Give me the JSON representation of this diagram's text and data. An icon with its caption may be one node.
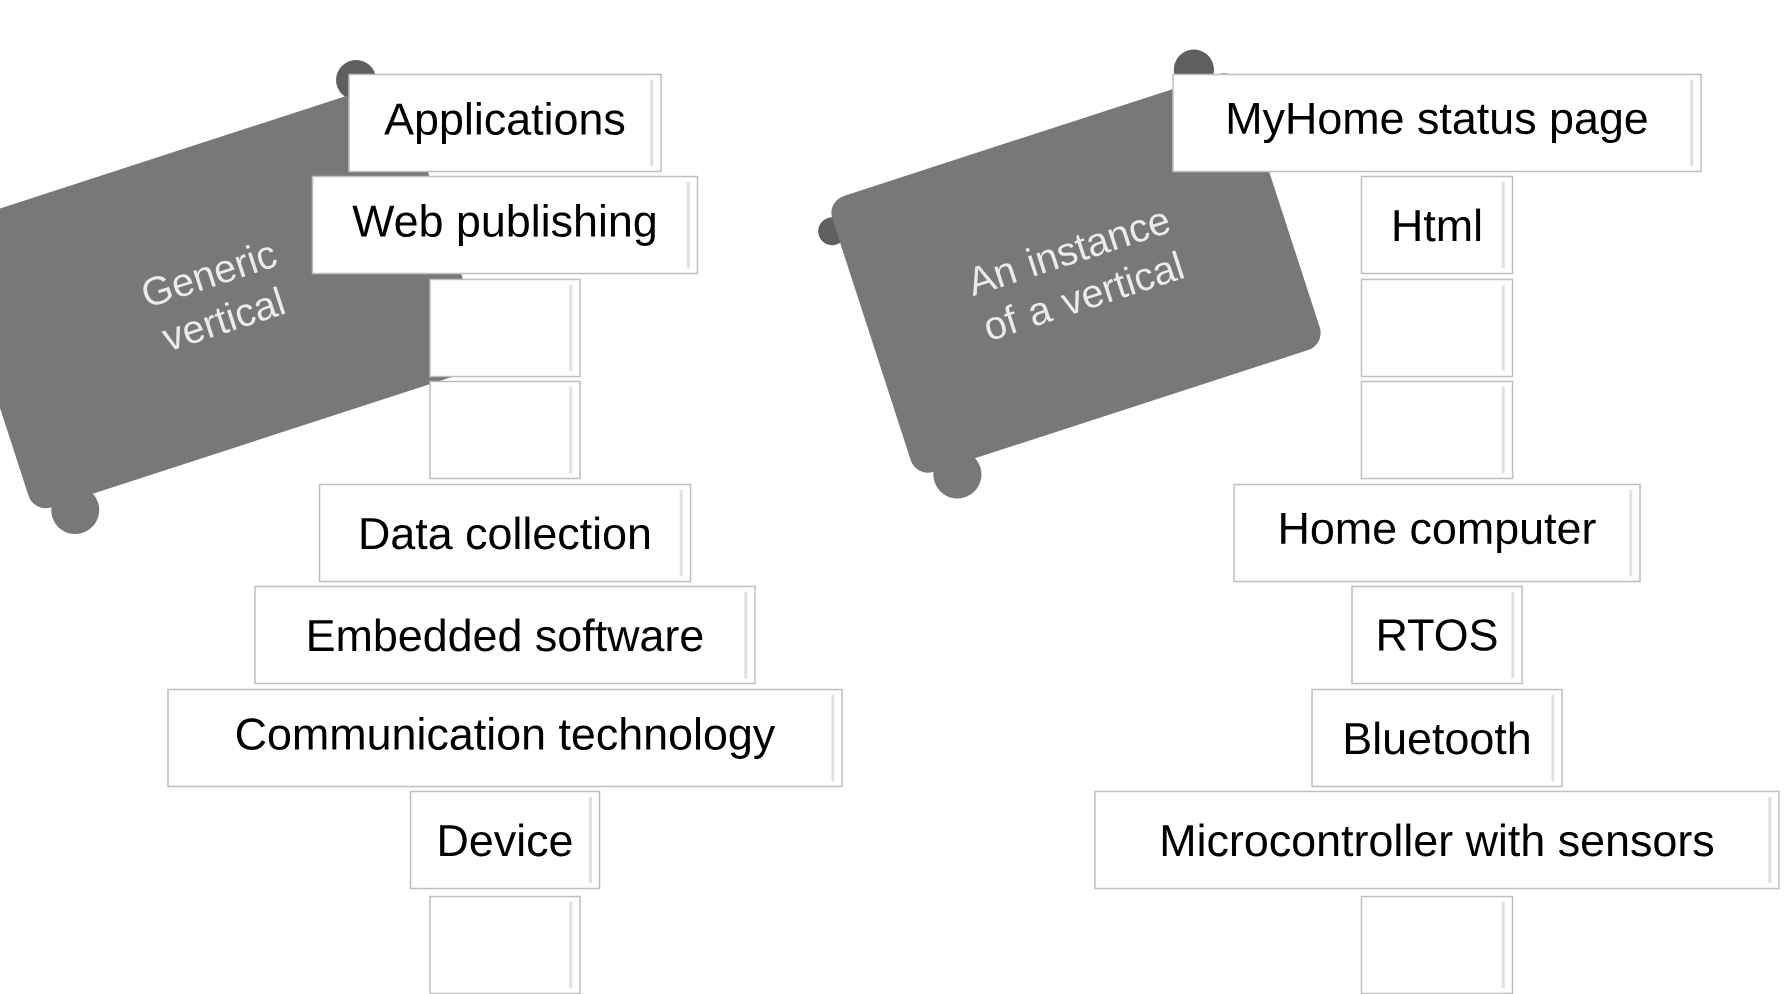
{
  "diagram": {
    "nodes": [
      {
        "text": [
          "Generic vertical"
        ]
      },
      {
        "text": [
          "Applications"
        ]
      },
      {
        "text": [
          "Web publishing"
        ]
      },
      {
        "text": [],
        "shape": "box"
      },
      {
        "text": [],
        "shape": "box"
      },
      {
        "text": [
          "Data collection"
        ]
      },
      {
        "text": [
          "Embedded software"
        ]
      },
      {
        "text": [
          "Communication technology"
        ]
      },
      {
        "text": [
          "Device"
        ]
      },
      {
        "text": [],
        "shape": "box"
      },
      {
        "text": [
          "An instance of a vertical"
        ]
      },
      {
        "text": [
          "MyHome status page"
        ]
      },
      {
        "text": [
          "Html"
        ]
      },
      {
        "text": [],
        "shape": "box"
      },
      {
        "text": [],
        "shape": "box"
      },
      {
        "text": [
          "Home computer"
        ]
      },
      {
        "text": [
          "RTOS"
        ]
      },
      {
        "text": [
          "Bluetooth"
        ]
      },
      {
        "text": [
          "Microcontroller with sensors"
        ]
      },
      {
        "text": [],
        "shape": "box"
      }
    ]
  }
}
